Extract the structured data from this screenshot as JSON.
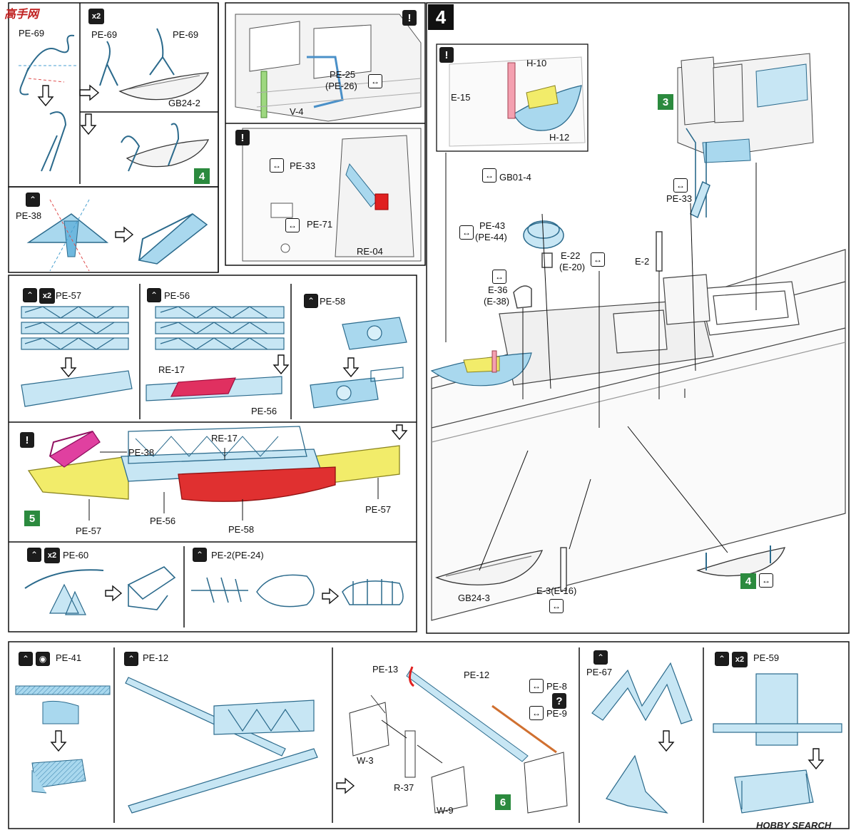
{
  "watermarks": {
    "top_left": "高手网",
    "bottom_right": "HOBBY SEARCH"
  },
  "badges": {
    "x2": "x2",
    "warning": "!",
    "question": "?",
    "step4": "4",
    "step3": "3",
    "step5": "5",
    "step6": "6"
  },
  "panel_top_left": {
    "part_a": "PE-69",
    "part_b": "PE-69",
    "part_c": "PE-69",
    "boat": "GB24-2"
  },
  "panel_pe38": {
    "part": "PE-38"
  },
  "panel_pe57": {
    "part": "PE-57"
  },
  "panel_pe56": {
    "part": "PE-56",
    "inner": "RE-17",
    "result": "PE-56"
  },
  "panel_pe58": {
    "part": "PE-58"
  },
  "panel_assembly5": {
    "pe38": "PE-38",
    "re17": "RE-17",
    "pe57_left": "PE-57",
    "pe56": "PE-56",
    "pe58": "PE-58",
    "pe57_right": "PE-57"
  },
  "panel_pe60": {
    "part": "PE-60"
  },
  "panel_pe2": {
    "part": "PE-2(PE-24)"
  },
  "panel_bridge_top": {
    "pe25": "PE-25",
    "pe26": "(PE-26)",
    "v4": "V-4"
  },
  "panel_bridge_mid": {
    "pe33": "PE-33",
    "pe71": "PE-71",
    "re04": "RE-04"
  },
  "panel_step4": {
    "h10": "H-10",
    "e15": "E-15",
    "h12": "H-12",
    "gb01": "GB01-4",
    "pe43": "PE-43",
    "pe44": "(PE-44)",
    "e22": "E-22",
    "e20": "(E-20)",
    "e36": "E-36",
    "e38": "(E-38)",
    "e2": "E-2",
    "pe33": "PE-33",
    "gb24_3": "GB24-3",
    "e3": "E-3(E-16)"
  },
  "panel_pe41": {
    "part": "PE-41"
  },
  "panel_pe12": {
    "part": "PE-12"
  },
  "panel_crane": {
    "pe13": "PE-13",
    "pe12": "PE-12",
    "pe8": "PE-8",
    "pe9": "PE-9",
    "w3": "W-3",
    "r37": "R-37",
    "w9": "W-9"
  },
  "panel_pe67": {
    "part": "PE-67"
  },
  "panel_pe59": {
    "part": "PE-59"
  }
}
